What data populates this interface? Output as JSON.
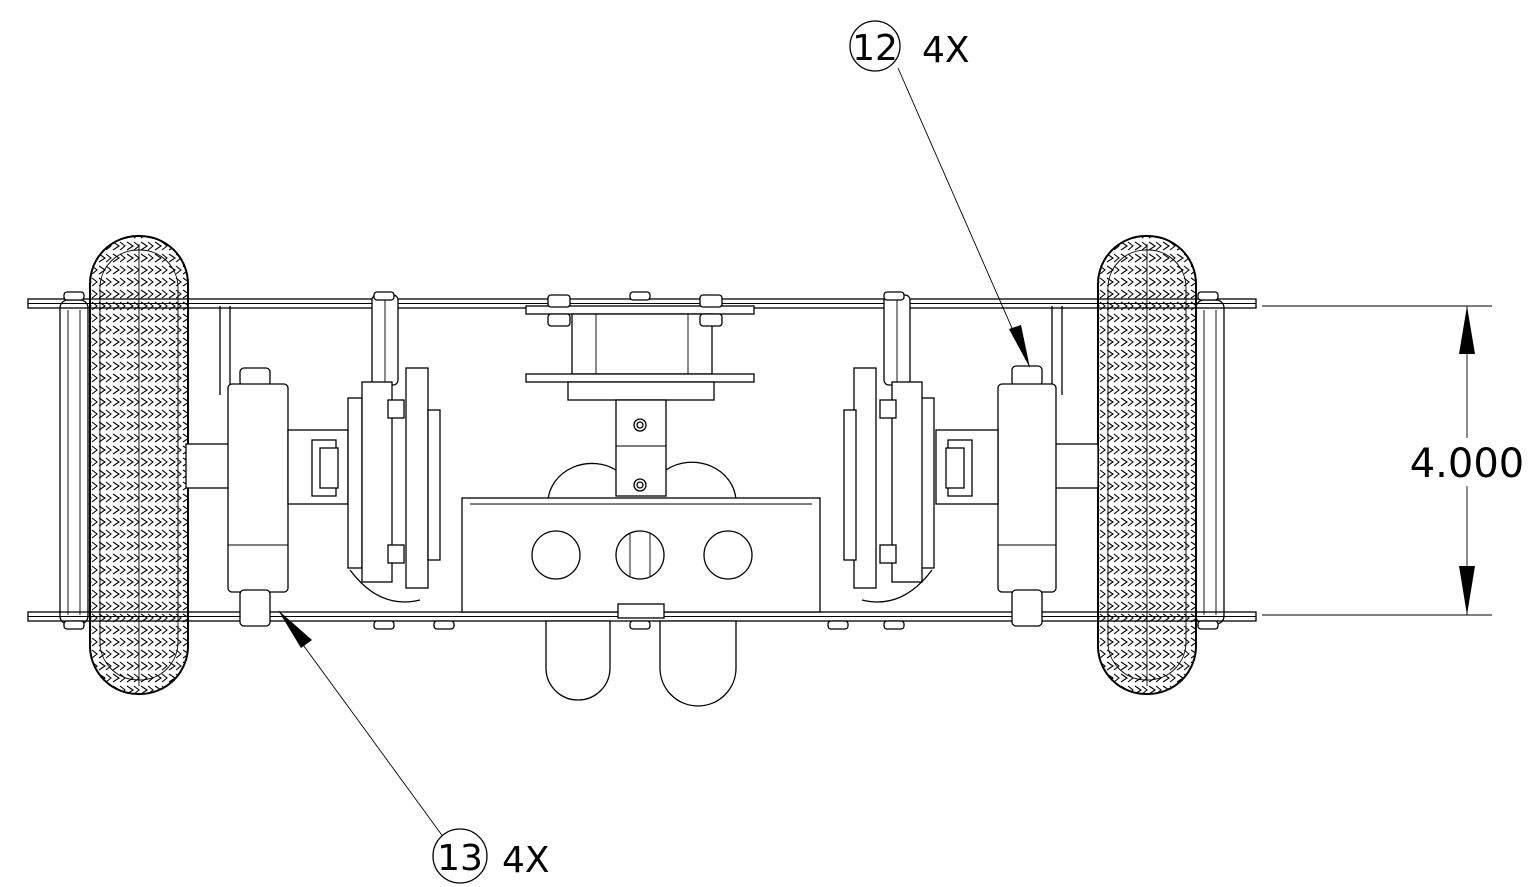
{
  "drawing": {
    "dimension": {
      "value": "4.000"
    },
    "callouts": [
      {
        "item_number": "12",
        "quantity": "4X"
      },
      {
        "item_number": "13",
        "quantity": "4X"
      }
    ]
  }
}
